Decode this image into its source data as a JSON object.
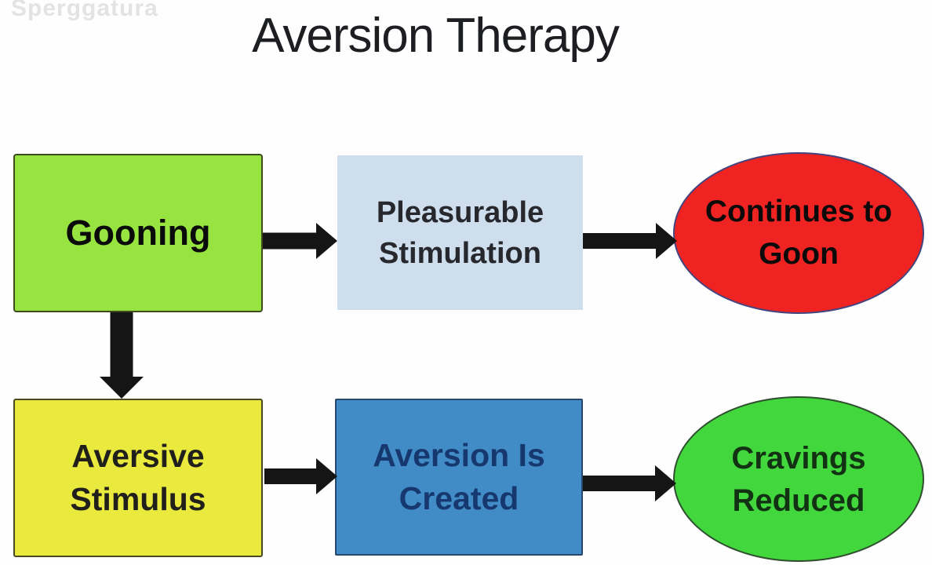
{
  "watermark": {
    "text": "Sperggatura"
  },
  "header": {
    "title": "Aversion Therapy"
  },
  "colors": {
    "background": "#fefefe",
    "title_text": "#1c1e21",
    "watermark_text": "#e3e3e3",
    "arrow": "#151515",
    "gooning_fill": "#97e440",
    "pleasurable_fill": "#cfdeed",
    "continues_fill": "#ee2322",
    "aversive_fill": "#e9ea3d",
    "aversion_created_fill": "#418cc6",
    "cravings_fill": "#42d73d"
  },
  "diagram": {
    "nodes": {
      "gooning": {
        "label": "Gooning",
        "shape": "rect",
        "fill": "#97e440"
      },
      "pleasurable": {
        "line1": "Pleasurable",
        "line2": "Stimulation",
        "shape": "rect",
        "fill": "#cfdeed"
      },
      "continues_to_goon": {
        "line1": "Continues to",
        "line2": "Goon",
        "shape": "ellipse",
        "fill": "#ee2322"
      },
      "aversive_stimulus": {
        "line1": "Aversive",
        "line2": "Stimulus",
        "shape": "rect",
        "fill": "#e9ea3d"
      },
      "aversion_created": {
        "line1": "Aversion Is",
        "line2": "Created",
        "shape": "rect",
        "fill": "#418cc6"
      },
      "cravings_reduced": {
        "line1": "Cravings",
        "line2": "Reduced",
        "shape": "ellipse",
        "fill": "#42d73d"
      }
    },
    "connections": [
      {
        "from": "gooning",
        "to": "pleasurable",
        "direction": "right"
      },
      {
        "from": "pleasurable",
        "to": "continues_to_goon",
        "direction": "right"
      },
      {
        "from": "gooning",
        "to": "aversive_stimulus",
        "direction": "down"
      },
      {
        "from": "aversive_stimulus",
        "to": "aversion_created",
        "direction": "right"
      },
      {
        "from": "aversion_created",
        "to": "cravings_reduced",
        "direction": "right"
      }
    ]
  }
}
